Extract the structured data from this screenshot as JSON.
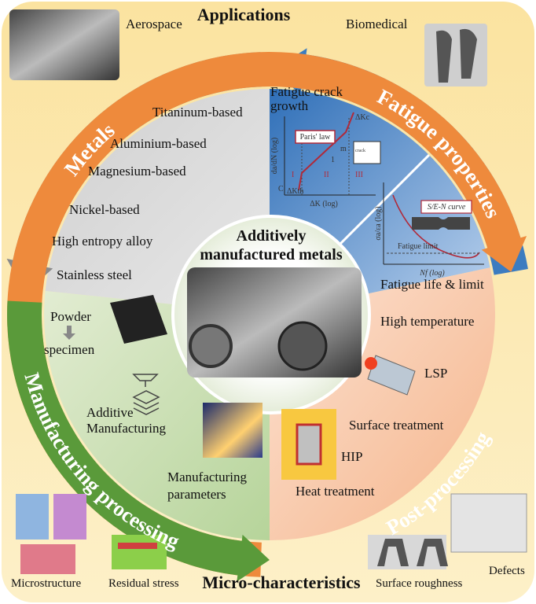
{
  "header": {
    "applications": "Applications",
    "micro": "Micro-characteristics"
  },
  "corners": {
    "aerospace": "Aerospace",
    "biomedical": "Biomedical",
    "microstructure": "Microstructure",
    "residual_stress": "Residual stress",
    "surface_roughness": "Surface roughness",
    "defects": "Defects"
  },
  "ring": {
    "metals": "Metals",
    "fatigue": "Fatigue properties",
    "manufacturing": "Manufacturing processing",
    "post": "Post-processing"
  },
  "center": {
    "line1": "Additively",
    "line2": "manufactured metals"
  },
  "metals": [
    "Titaninum-based",
    "Aluminium-based",
    "Magnesium-based",
    "Nickel-based",
    "High entropy alloy",
    "Stainless steel"
  ],
  "fatigue": {
    "crack_title_1": "Fatigue crack",
    "crack_title_2": "growth",
    "paris": "Paris' law",
    "ylabel": "da/dN (log)",
    "xlabel": "ΔK (log)",
    "kc": "ΔKc",
    "kth": "ΔKth",
    "c": "C",
    "m": "m",
    "one": "1",
    "regions": [
      "I",
      "II",
      "III"
    ],
    "crack": "crack",
    "sn_curve": "S/E-N curve",
    "sn_ylabel": "σa/εa (log)",
    "sn_xlabel": "Nf (log)",
    "limit": "Fatigue limit",
    "life_title": "Fatigue life & limit"
  },
  "manufacturing": {
    "powder": "Powder",
    "specimen": "specimen",
    "am1": "Additive",
    "am2": "Manufacturing",
    "param1": "Manufacturing",
    "param2": "parameters"
  },
  "post": {
    "high_temp": "High temperature",
    "lsp": "LSP",
    "surface": "Surface treatment",
    "hip": "HIP",
    "heat": "Heat treatment"
  },
  "colors": {
    "grey": "#8a8a8a",
    "blue": "#3c7cc0",
    "orange": "#ee8a3c",
    "green": "#5a9a3a",
    "bg": "#fbe7a8"
  }
}
